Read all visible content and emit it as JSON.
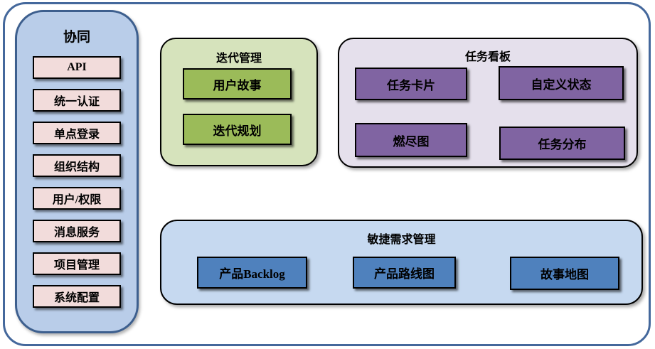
{
  "diagram": {
    "sidebar": {
      "title": "协同",
      "items": [
        {
          "label": "API"
        },
        {
          "label": "统一认证"
        },
        {
          "label": "单点登录"
        },
        {
          "label": "组织结构"
        },
        {
          "label": "用户/权限"
        },
        {
          "label": "消息服务"
        },
        {
          "label": "项目管理"
        },
        {
          "label": "系统配置"
        }
      ]
    },
    "iteration": {
      "title": "迭代管理",
      "items": [
        {
          "label": "用户故事"
        },
        {
          "label": "迭代规划"
        }
      ]
    },
    "kanban": {
      "title": "任务看板",
      "items": [
        {
          "label": "任务卡片"
        },
        {
          "label": "自定义状态"
        },
        {
          "label": "燃尽图"
        },
        {
          "label": "任务分布"
        }
      ]
    },
    "agile": {
      "title": "敏捷需求管理",
      "items": [
        {
          "label": "产品Backlog"
        },
        {
          "label": "产品路线图"
        },
        {
          "label": "故事地图"
        }
      ]
    },
    "colors": {
      "frame_border": "#44689c",
      "sidebar_fill": "#b9cde9",
      "sidebar_border": "#3d5f8e",
      "sidebar_item_fill": "#f2dcdb",
      "iteration_fill": "#d6e3bc",
      "iteration_item_fill": "#9bbb59",
      "kanban_fill": "#e5e0ec",
      "kanban_item_fill": "#8064a2",
      "agile_fill": "#c6d9f0",
      "agile_item_fill": "#4f81bd",
      "box_border": "#000000",
      "text": "#000000"
    }
  }
}
